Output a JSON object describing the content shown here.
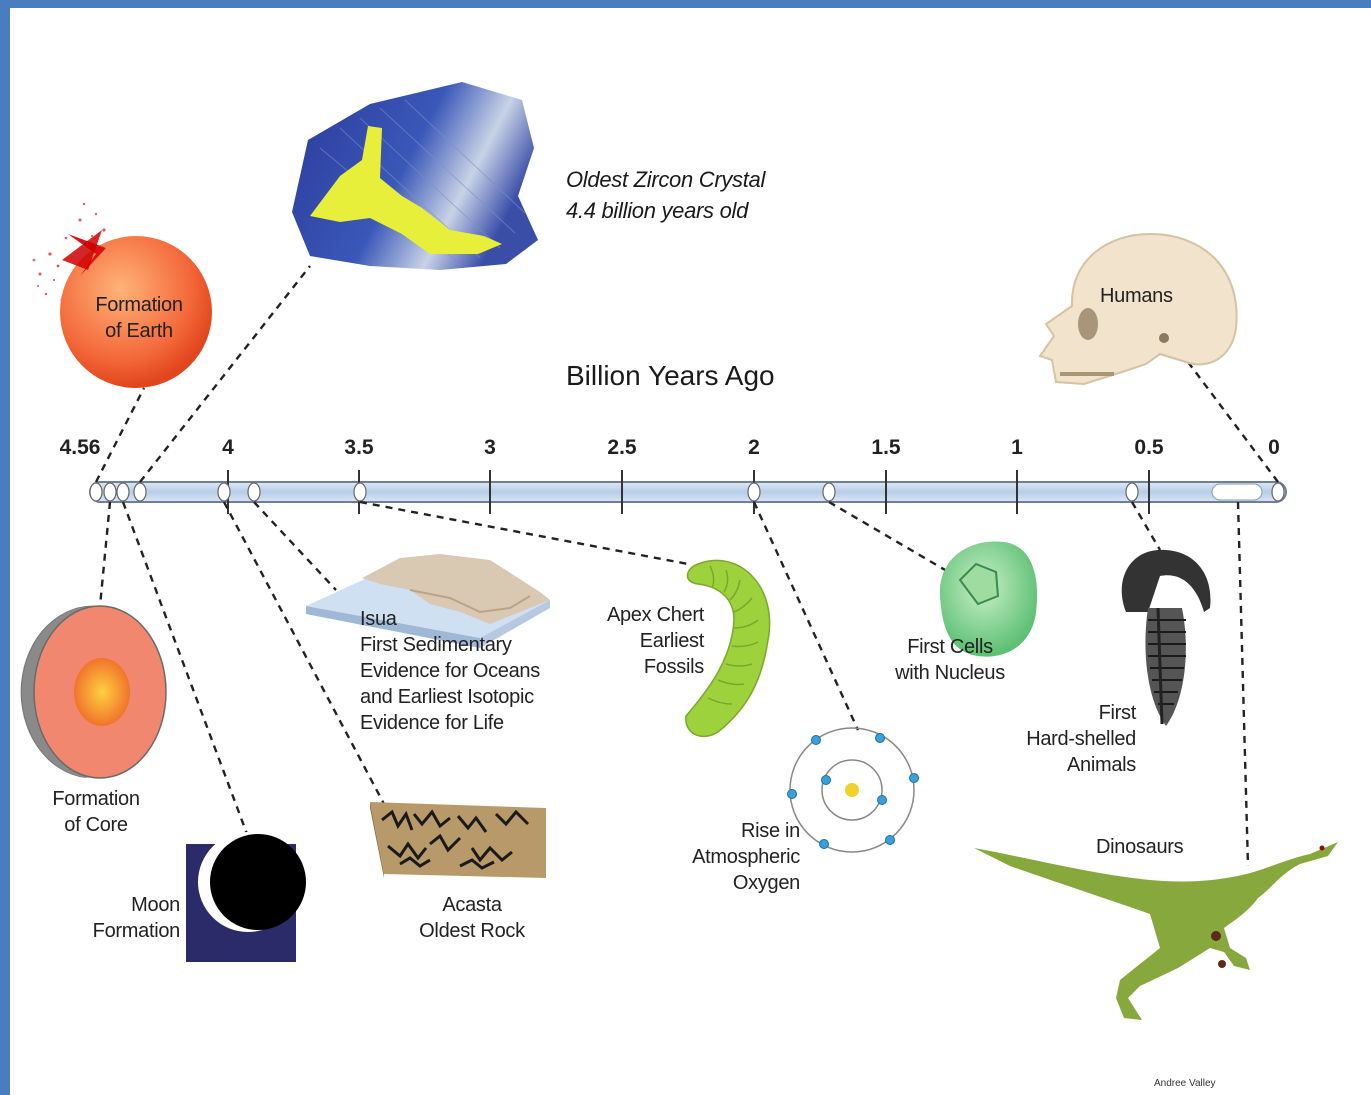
{
  "diagram": {
    "axis_title": "Billion Years Ago",
    "ticks": [
      "4.56",
      "4",
      "3.5",
      "3",
      "2.5",
      "2",
      "1.5",
      "1",
      "0.5",
      "0"
    ],
    "events": {
      "formation_of_earth": [
        "Formation",
        "of Earth"
      ],
      "oldest_zircon": [
        "Oldest Zircon Crystal",
        "4.4 billion years old"
      ],
      "humans": [
        "Humans"
      ],
      "formation_of_core": [
        "Formation",
        "of Core"
      ],
      "moon_formation": [
        "Moon",
        "Formation"
      ],
      "isua": [
        "Isua",
        "First Sedimentary",
        "Evidence for Oceans",
        "and Earliest Isotopic",
        "Evidence for Life"
      ],
      "acasta": [
        "Acasta",
        "Oldest Rock"
      ],
      "apex_chert": [
        "Apex Chert",
        "Earliest",
        "Fossils"
      ],
      "rise_in_oxygen": [
        "Rise in",
        "Atmospheric",
        "Oxygen"
      ],
      "first_cells": [
        "First Cells",
        "with Nucleus"
      ],
      "hard_shelled": [
        "First",
        "Hard-shelled",
        "Animals"
      ],
      "dinosaurs": [
        "Dinosaurs"
      ]
    },
    "credit": "Andree Valley"
  },
  "colors": {
    "frame_border": "#4a7cc0",
    "timeline_fill": "#c6d8ee",
    "earth": "#f4693a",
    "zircon_blue": "#2f3e9e",
    "zircon_yellow": "#e8ef3a",
    "core": "#f08a6e",
    "moon_square": "#2c2b6a",
    "cell": "#7fd08f",
    "worm": "#9ed23c",
    "dinosaur": "#86a83c",
    "skull": "#f1e3cc"
  }
}
